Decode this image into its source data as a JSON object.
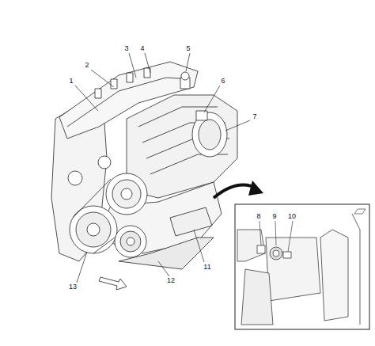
{
  "diagram": {
    "labels": [
      "3",
      "4",
      "5",
      "2",
      "1",
      "6",
      "7",
      "8",
      "9",
      "10",
      "13",
      "12",
      "11"
    ]
  }
}
